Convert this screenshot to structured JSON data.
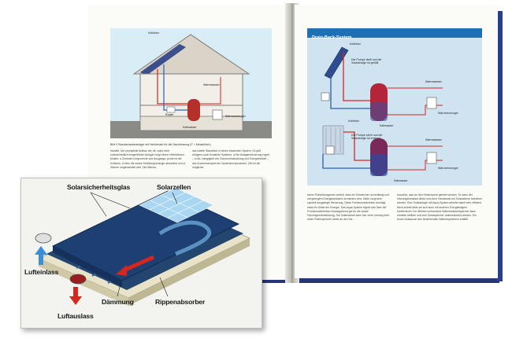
{
  "left_page": {
    "figure_caption": "Bild 9 Standardsolaranlage mit Heizkessel für die Nachheizung (F = Messfühler)",
    "figure_labels": {
      "kollektor": "Kollektor",
      "warmwasser": "Warmwasser",
      "kaltwasser": "Kaltwasser",
      "waermeerzeuger": "Wärmeerzeuger",
      "regler": "Regler"
    },
    "text_col1": "handelt. Der prinzipielle Aufbau der oft- mals recht unterschiedlich ausgeführten Anlagen folgt einem einheitlichen Muster. ● Zentrale Komponente und Ausgangs- punkt ist der Kollektor, in dem die solare Strahlungsenergie absorbiert und in Wärme umgewandelt wird. Die Wärme-",
    "text_col2": "das zweite Standbein in einem bivalenten System. Es gibt übrigens auch trivalente Systeme. ● Die Anlagensteuerung regelt – in Ab- hängigkeit von Sonneneinstrahlung und Energiebedarf – das Zusammenspiel der Systemkomponenten. Ziel ist die möglichst"
  },
  "right_page": {
    "box_title": "Drain-Back-System",
    "diagram_labels": {
      "kollektor_top": "Kollektor",
      "pumpe_laeuft": "Die Pumpe läuft und die Solaranlage ist gefüllt",
      "warmwasser_top": "Warmwasser",
      "kaltwasser_top": "Kaltwasser",
      "waermeerzeuger_top": "Wärmeerzeuger",
      "kollektor_bottom": "Kollektor",
      "pumpe_steht": "Die Pumpe steht und die Solaranlage ist entleert",
      "warmwasser_bottom": "Warmwasser",
      "kaltwasser_bottom": "Kaltwasser",
      "waermeerzeuger_bottom": "Wärmeerzeuger"
    },
    "text_col1": "sieren Rohrleitungsnetz verteilt, dass ein Entweichen zuverlässig und mit geringem Energieaufwand vermieden wird. Dafür sorgt eine speziell ausgelegte Steuerung. Diese Frostschutzfunktion benötigt etwa ein Drittel der Energie. Das Aqua-System eignet sich über die Frostschutzfunktion hinausgehend gut für die solare Heizungsunterstützung. Die Solarwärme kann hier ohne Umweg über einen Pufferspeicher direkt an den Ver-",
    "text_col2": "braucher, also an den Heizkörpern geleitet werden. So kann der Heizungskreislauf direkt und ohne Heizkessel mit Solarwärme betrieben werden. Eine Solaranlage mit Aqua-System arbeitet damit sehr effizient. Nicht zuletzt lässt sie sich auch mit anderen Energieträgern kombinieren. Der Betrieb vorhandene Wärmewasserspeicher kann erhalten bleiben und zum Solarspeicher umfunktioniert werden. Ein teurer Austausch des bestehenden Wärmespeichers entfällt."
  },
  "insert": {
    "label_glass": "Solarsicherheitsglas",
    "label_cells": "Solarzellen",
    "label_air_in": "Lufteinlass",
    "label_insulation": "Dämmung",
    "label_absorber": "Rippenabsorber",
    "label_air_out": "Luftauslass"
  },
  "colors": {
    "cover_blue": "#2b3f8f",
    "box_header_blue": "#1f6fb5",
    "collector_blue": "#1e3f7a",
    "cell_light_blue": "#a9d6f0",
    "arrow_red": "#d6261e",
    "arrow_blue": "#3a8ed8"
  }
}
